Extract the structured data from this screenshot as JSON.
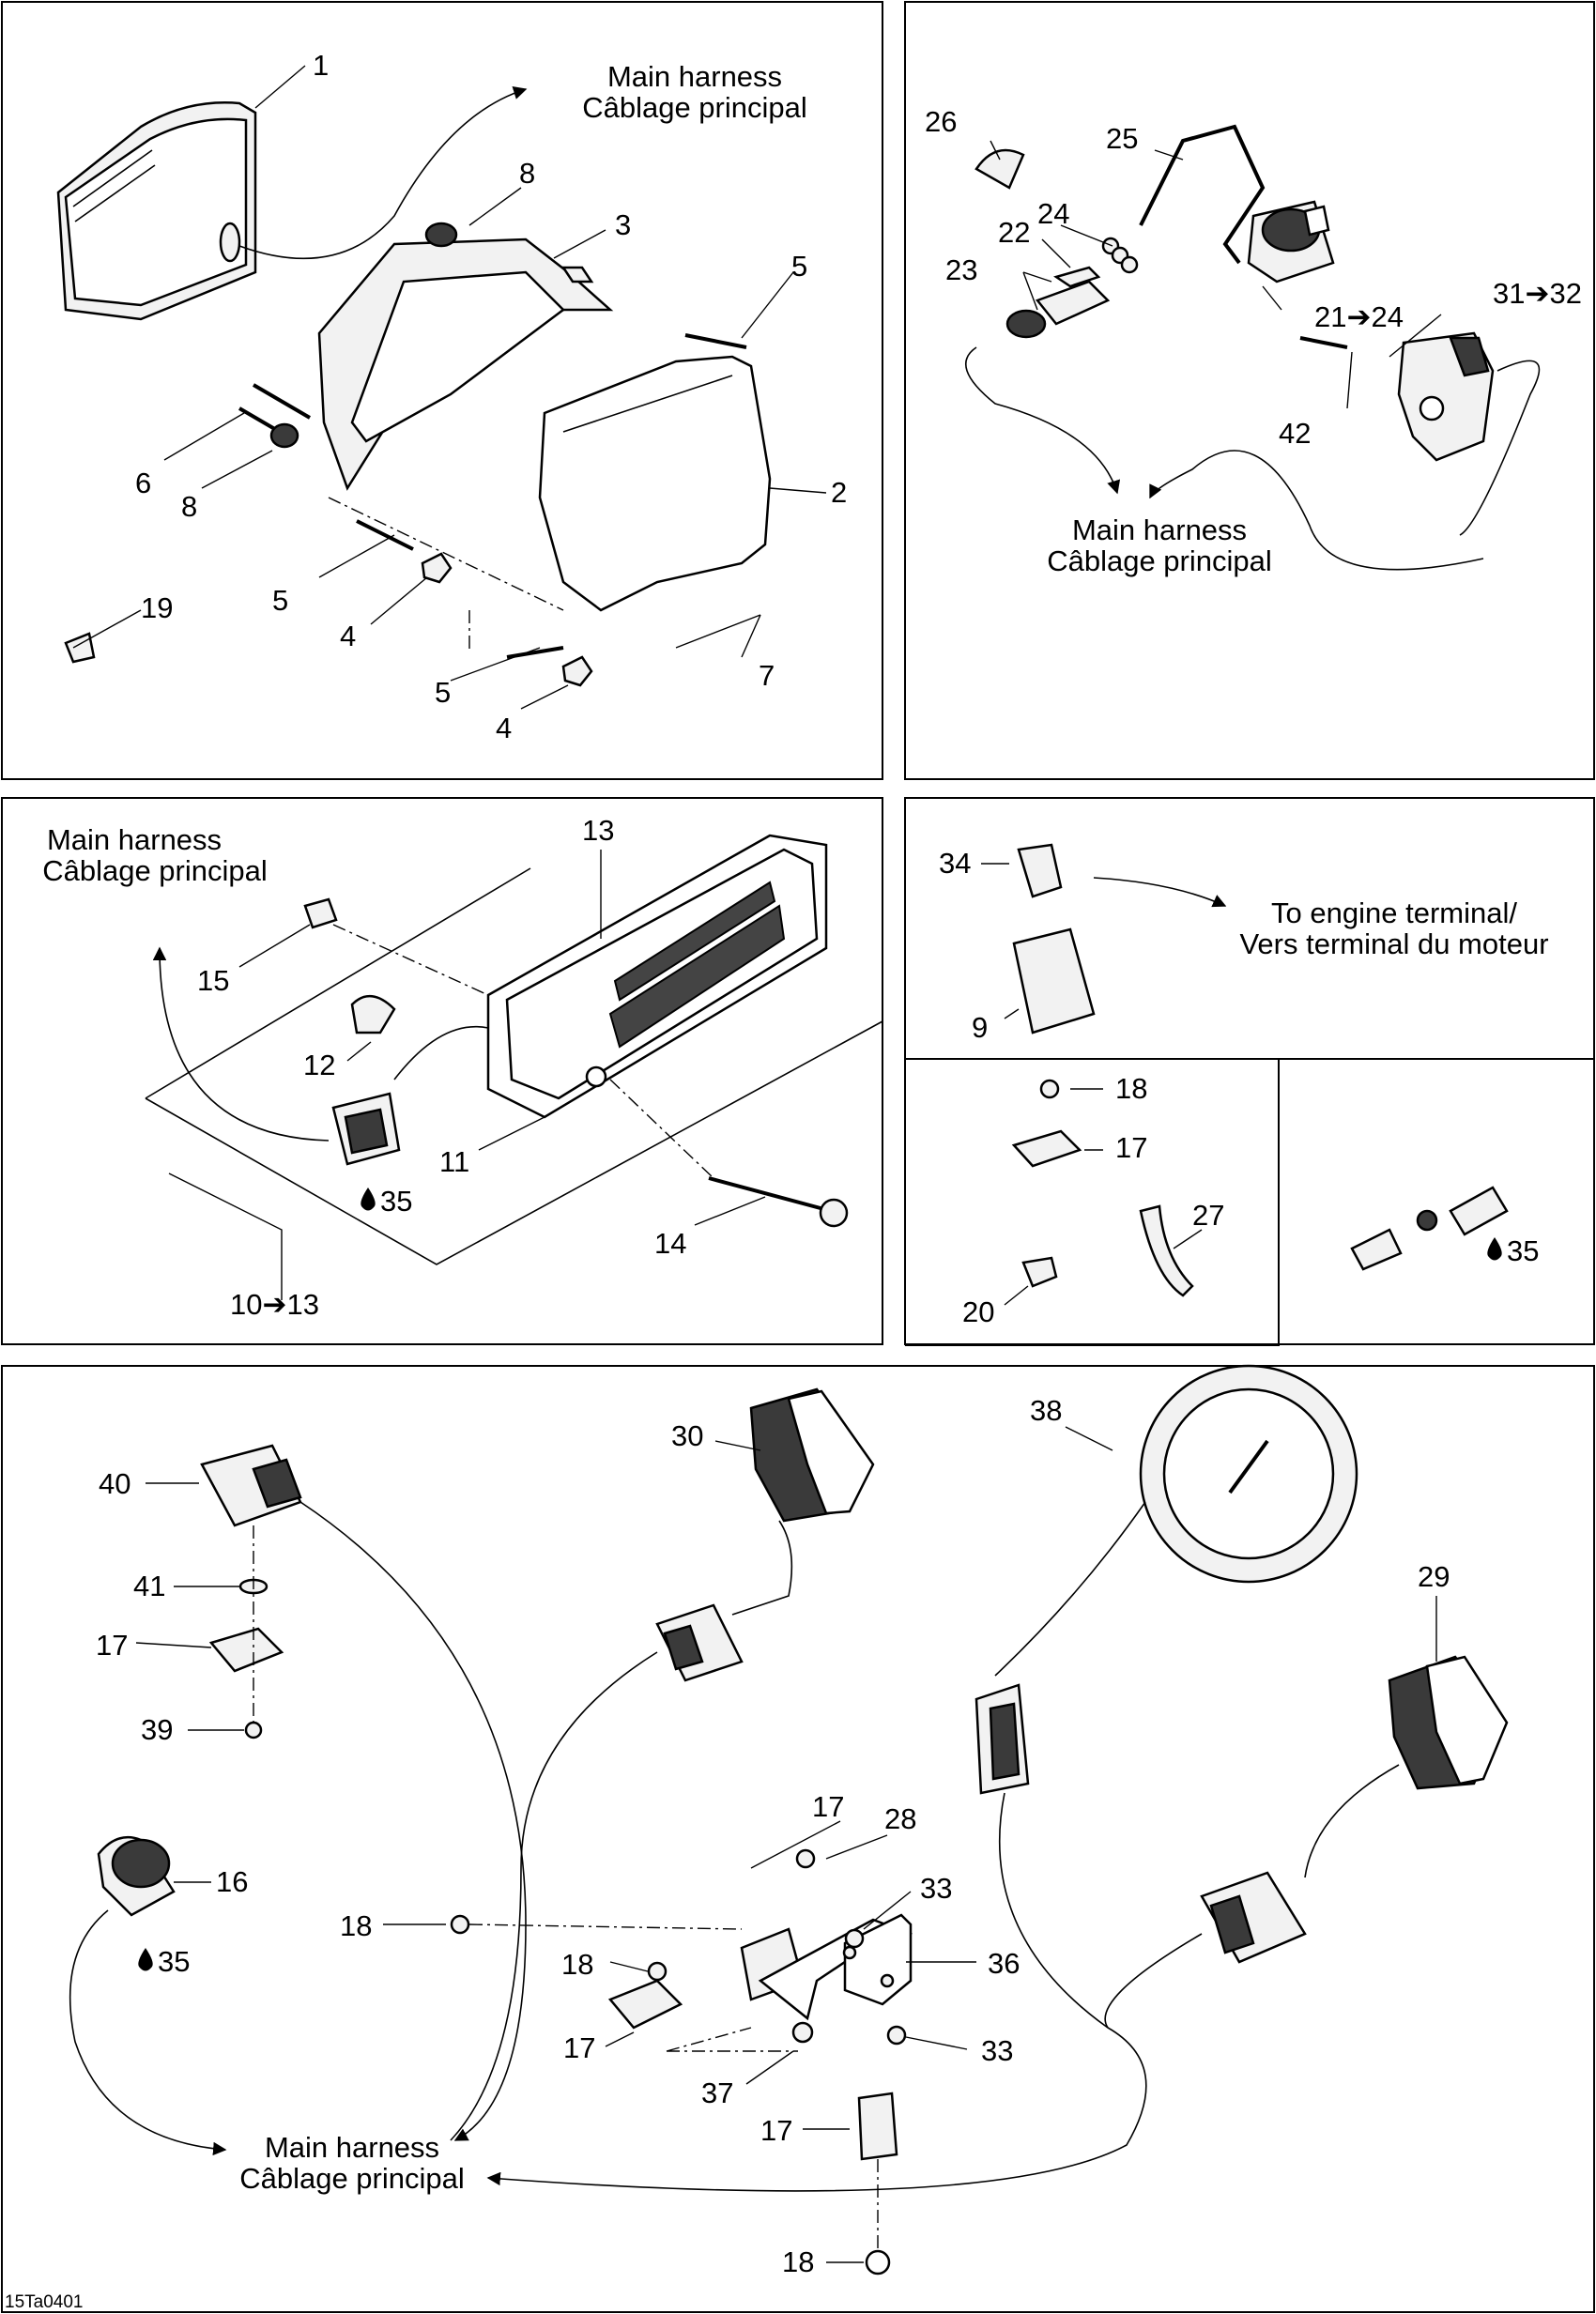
{
  "drawing_code": "15Ta0401",
  "captions": {
    "main_harness": [
      "Main harness",
      "Câblage principal"
    ],
    "engine_terminal": [
      "To engine terminal/",
      "Vers terminal du moteur"
    ]
  },
  "labels": {
    "p1_1": "1",
    "p1_8a": "8",
    "p1_3": "3",
    "p1_5a": "5",
    "p1_2": "2",
    "p1_6": "6",
    "p1_8b": "8",
    "p1_5b": "5",
    "p1_4a": "4",
    "p1_19": "19",
    "p1_7": "7",
    "p1_5c": "5",
    "p1_4b": "4",
    "p2_26": "26",
    "p2_25": "25",
    "p2_24": "24",
    "p2_22": "22",
    "p2_23": "23",
    "p2_21": "21➔24",
    "p2_31": "31➔32",
    "p2_42": "42",
    "p3_13": "13",
    "p3_15": "15",
    "p3_12": "12",
    "p3_11": "11",
    "p3_35": "35",
    "p3_14": "14",
    "p3_1013": "10➔13",
    "p4_34": "34",
    "p4_9": "9",
    "p4_18": "18",
    "p4_17": "17",
    "p4_27": "27",
    "p4_20": "20",
    "p5_35": "35",
    "p6_40": "40",
    "p6_41": "41",
    "p6_17a": "17",
    "p6_39": "39",
    "p6_30": "30",
    "p6_38": "38",
    "p6_29": "29",
    "p6_16": "16",
    "p6_35": "35",
    "p6_18a": "18",
    "p6_17b": "17",
    "p6_28": "28",
    "p6_33a": "33",
    "p6_18b": "18",
    "p6_36": "36",
    "p6_17c": "17",
    "p6_33b": "33",
    "p6_37": "37",
    "p6_17d": "17",
    "p6_18c": "18"
  },
  "icons": {
    "arrow": "arrow-right-icon",
    "sealant": "sealant-drop-icon"
  }
}
